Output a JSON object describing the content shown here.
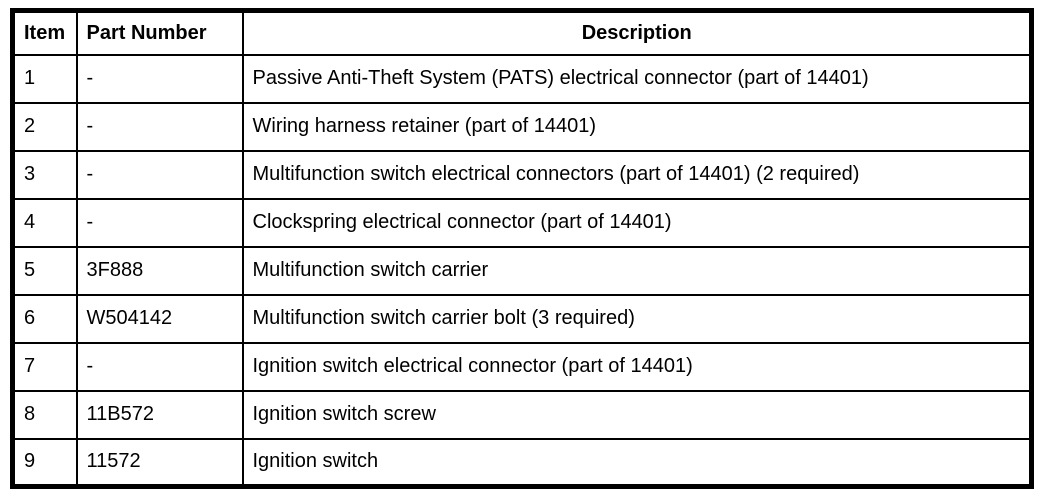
{
  "table": {
    "columns": {
      "item": "Item",
      "part_number": "Part Number",
      "description": "Description"
    },
    "rows": [
      {
        "item": "1",
        "part_number": "-",
        "description": "Passive Anti-Theft System (PATS) electrical connector (part of 14401)"
      },
      {
        "item": "2",
        "part_number": "-",
        "description": "Wiring harness retainer (part of 14401)"
      },
      {
        "item": "3",
        "part_number": "-",
        "description": "Multifunction switch electrical connectors (part of 14401) (2 required)"
      },
      {
        "item": "4",
        "part_number": "-",
        "description": "Clockspring electrical connector (part of 14401)"
      },
      {
        "item": "5",
        "part_number": "3F888",
        "description": "Multifunction switch carrier"
      },
      {
        "item": "6",
        "part_number": "W504142",
        "description": "Multifunction switch carrier bolt (3 required)"
      },
      {
        "item": "7",
        "part_number": "-",
        "description": "Ignition switch electrical connector (part of 14401)"
      },
      {
        "item": "8",
        "part_number": "11B572",
        "description": "Ignition switch screw"
      },
      {
        "item": "9",
        "part_number": "11572",
        "description": "Ignition switch"
      }
    ],
    "border_color": "#000000",
    "background_color": "#ffffff"
  }
}
